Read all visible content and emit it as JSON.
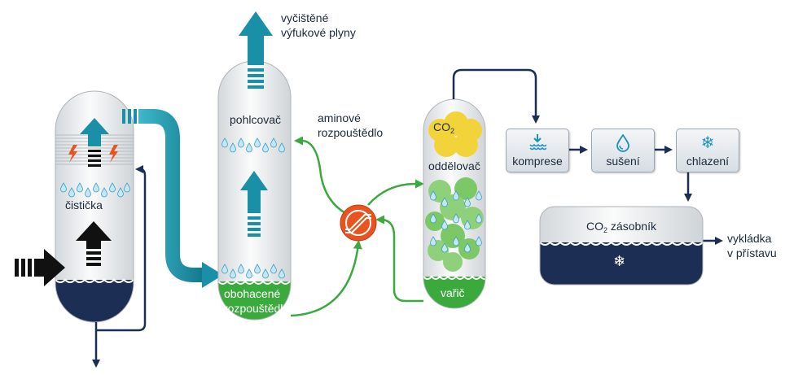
{
  "labels": {
    "cleaned_gas_line1": "vyčištěné",
    "cleaned_gas_line2": "výfukové plyny",
    "absorber": "pohlcovač",
    "amine_line1": "aminové",
    "amine_line2": "rozpouštědlo",
    "scrubber": "čistička",
    "rich_line1": "obohacené",
    "rich_line2": "rozpouštědlo",
    "co2_prefix": "CO",
    "co2_sub": "2",
    "separator": "oddělovač",
    "reboiler": "vařič",
    "compression": "komprese",
    "drying": "sušení",
    "cooling": "chlazení",
    "storage_suffix": " zásobník",
    "unloading_line1": "vykládka",
    "unloading_line2": "v přístavu"
  },
  "icons": {
    "compression": "compression-icon",
    "drying": "drop-icon",
    "cooling": "snowflake-icon"
  },
  "colors": {
    "teal": "#1a8fa8",
    "navy": "#1c2e54",
    "green": "#3aaa3c",
    "orange": "#e8531f",
    "yellow": "#f2d43a"
  }
}
